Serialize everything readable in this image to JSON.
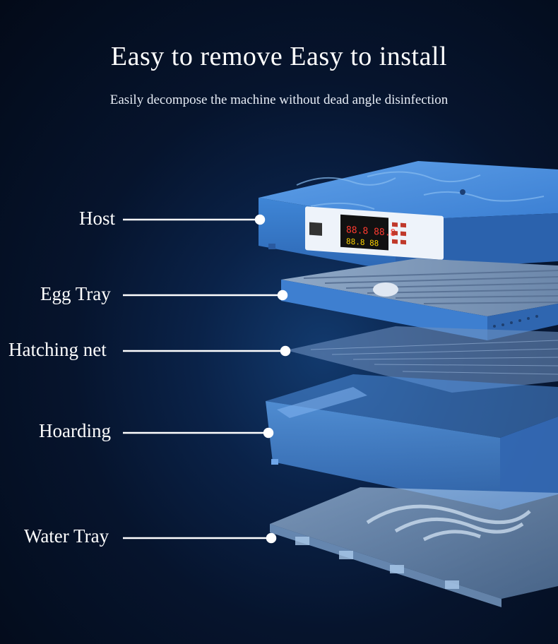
{
  "header": {
    "title": "Easy to remove Easy to install",
    "subtitle": "Easily decompose the machine without dead angle disinfection"
  },
  "parts": [
    {
      "label": "Host"
    },
    {
      "label": "Egg Tray"
    },
    {
      "label": "Hatching net"
    },
    {
      "label": "Hoarding"
    },
    {
      "label": "Water Tray"
    }
  ],
  "colors": {
    "accent_blue": "#3f86d6",
    "panel_blue": "#2f6fc0",
    "line": "#ffffff"
  }
}
